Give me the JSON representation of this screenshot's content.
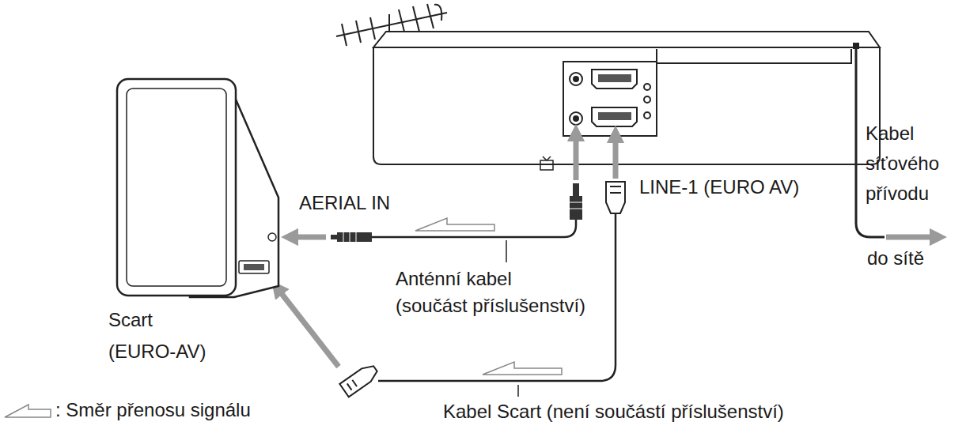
{
  "diagram": {
    "labels": [
      "LINE-1 (EURO AV)",
      "Kabel síťového přívodu",
      "do sítě",
      "AERIAL IN",
      "Anténní kabel (součást příslušenství)",
      "Scart (EURO-AV)",
      "Kabel Scart (není součástí příslušenství)"
    ],
    "legend": [
      {
        "text": ": Směr přenosu signálu"
      }
    ]
  }
}
